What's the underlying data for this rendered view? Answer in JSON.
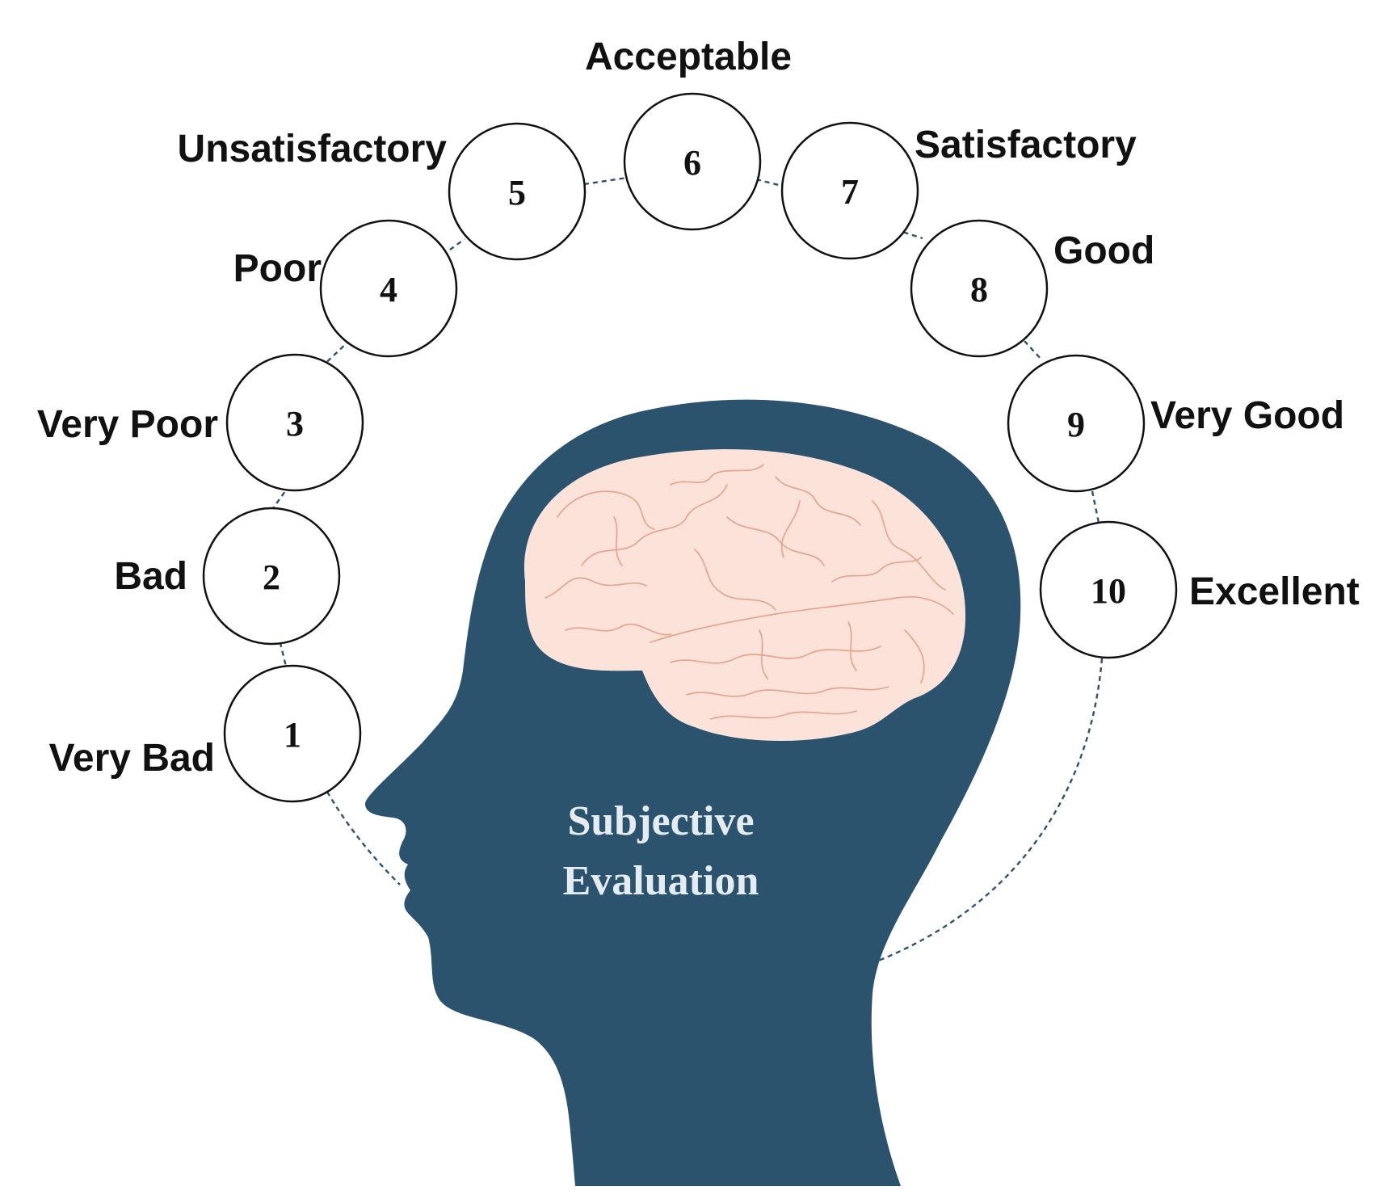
{
  "caption": {
    "line1": "Subjective",
    "line2": "Evaluation"
  },
  "colors": {
    "head": "#2b536d",
    "brain": "#fbe3da",
    "brain_folds": "#e6a48d",
    "connector": "#2c5370",
    "caption_text": "#e4ecf2"
  },
  "scale": [
    {
      "number": "1",
      "label": "Very Bad"
    },
    {
      "number": "2",
      "label": "Bad"
    },
    {
      "number": "3",
      "label": "Very Poor"
    },
    {
      "number": "4",
      "label": "Poor"
    },
    {
      "number": "5",
      "label": "Unsatisfactory"
    },
    {
      "number": "6",
      "label": "Acceptable"
    },
    {
      "number": "7",
      "label": "Satisfactory"
    },
    {
      "number": "8",
      "label": "Good"
    },
    {
      "number": "9",
      "label": "Very Good"
    },
    {
      "number": "10",
      "label": "Excellent"
    }
  ]
}
